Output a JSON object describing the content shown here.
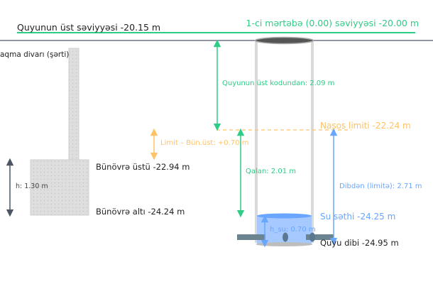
{
  "colors": {
    "green": "#2ecc85",
    "orange": "#ffc266",
    "blue": "#6aa5ff",
    "ground": "#6b7280",
    "dark": "#222222",
    "water": "#9cc3ff",
    "pipe": "#6b8490"
  },
  "labels": {
    "well_top_level": "Quyunun üst səviyyəsi -20.15 m",
    "floor_level": "1-ci mərtəbə (0.00) səviyyəsi -20.00 m",
    "wall": "aqma divarı (şərti)",
    "from_well_top": "Quyunun üst kodundan: 2.09 m",
    "pump_limit": "Nasos limiti -22.24 m",
    "limit_minus_foundation": "Limit – Bün.üst: +0.70 m",
    "foundation_top": "Bünövrə üstü -22.94 m",
    "foundation_bottom": "Bünövrə altı -24.24 m",
    "foundation_height": "h: 1.30 m",
    "remaining": "Qalan: 2.01 m",
    "from_bottom": "Dibdən (limitə): 2.71 m",
    "water_surface": "Su səthi -24.25 m",
    "water_height": "h_su: 0.70 m",
    "well_bottom": "Quyu dibi -24.95 m"
  }
}
